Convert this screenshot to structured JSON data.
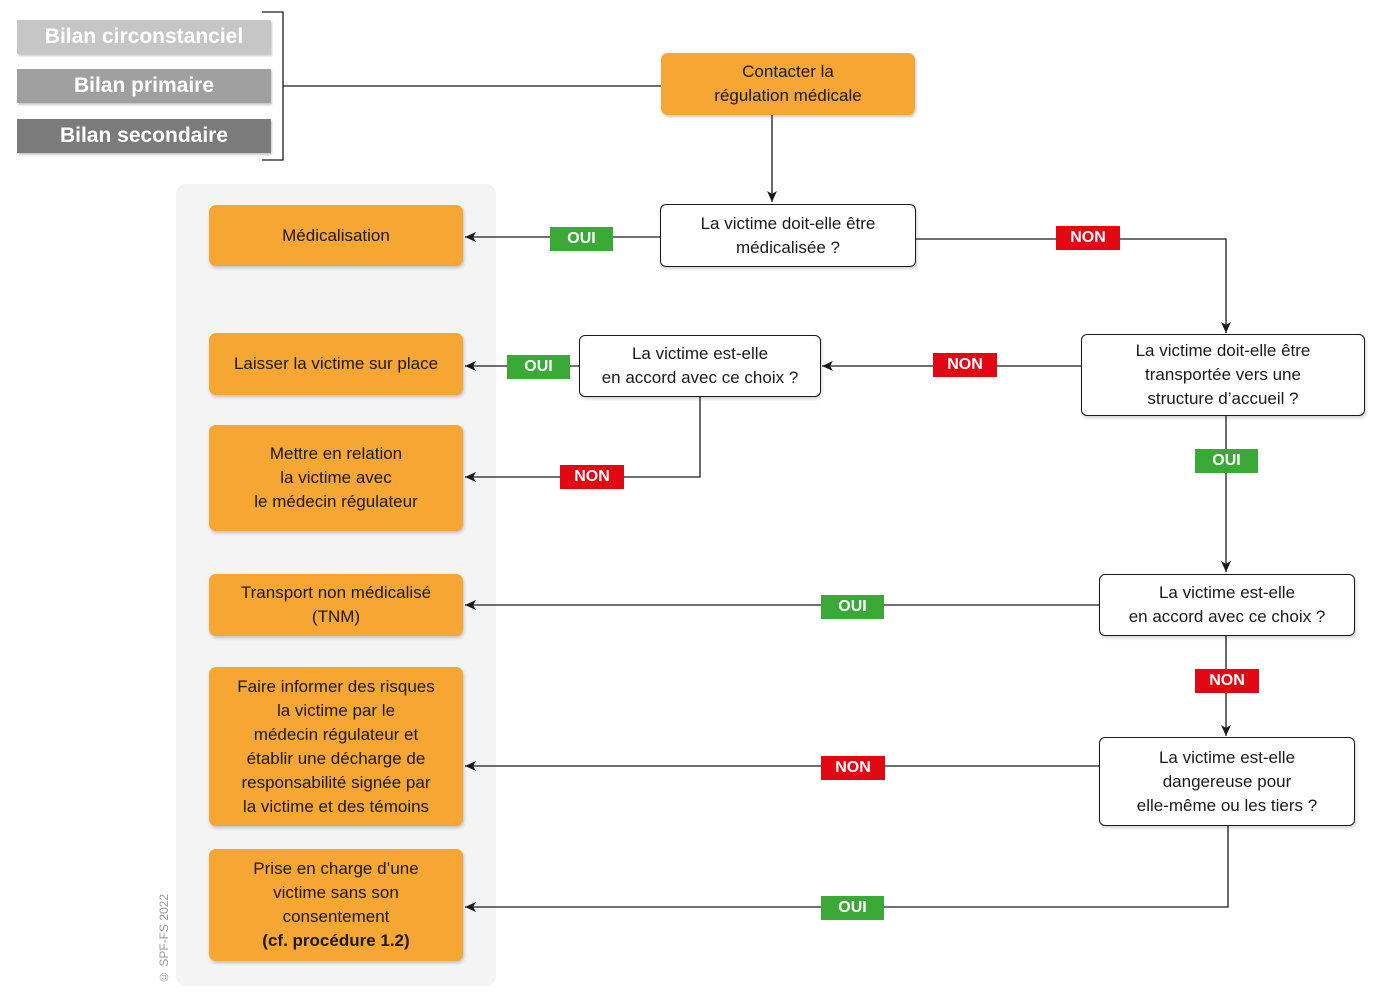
{
  "bilans": [
    "Bilan circonstanciel",
    "Bilan primaire",
    "Bilan secondaire"
  ],
  "nodes": {
    "contacter": [
      "Contacter la",
      "régulation médicale"
    ],
    "q_medicalisee": [
      "La victime doit-elle être",
      "médicalisée ?"
    ],
    "q_transport": [
      "La victime doit-elle être",
      "transportée vers une",
      "structure d’accueil ?"
    ],
    "q_accord_1": [
      "La victime est-elle",
      "en accord avec ce choix ?"
    ],
    "q_accord_2": [
      "La victime est-elle",
      "en accord avec ce choix ?"
    ],
    "q_dangereuse": [
      "La victime est-elle",
      "dangereuse pour",
      "elle-même ou les tiers ?"
    ]
  },
  "outcomes": {
    "medicalisation": [
      "Médicalisation"
    ],
    "laisser": [
      "Laisser la victime sur place"
    ],
    "relation": [
      "Mettre en relation",
      "la victime avec",
      "le médecin régulateur"
    ],
    "tnm": [
      "Transport non médicalisé",
      "(TNM)"
    ],
    "informer": [
      "Faire informer des risques",
      "la victime par le",
      "médecin régulateur et",
      "établir une décharge de",
      "responsabilité signée par",
      "la victime et des témoins"
    ],
    "prise_en_charge": [
      "Prise en charge d’une",
      "victime sans son",
      "consentement"
    ],
    "prise_en_charge_ref": "(cf. procédure 1.2)"
  },
  "edge_labels": {
    "oui": "OUI",
    "non": "NON"
  },
  "credit": "© SPF-FS 2022",
  "colors": {
    "outcome": "#f5a633",
    "oui": "#3aa935",
    "non": "#e30613",
    "panel": "#f4f4f4"
  }
}
